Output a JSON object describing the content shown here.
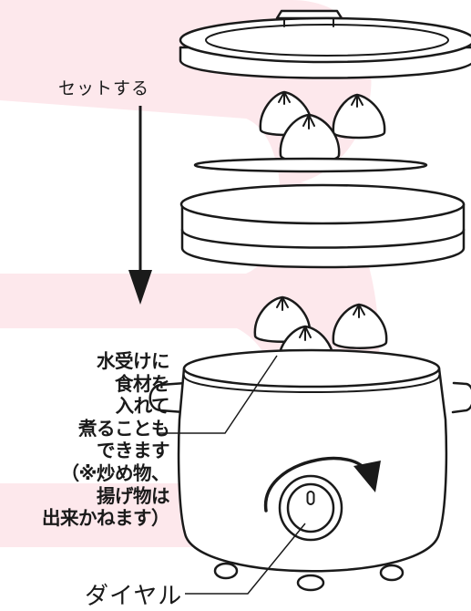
{
  "labels": {
    "set": "セットする",
    "note_lines": [
      "水受けに",
      "食材を",
      "入れて",
      "煮ることも",
      "できます",
      "（※炒め物、",
      "揚げ物は",
      "出来かねます）"
    ],
    "dial": "ダイヤル"
  },
  "colors": {
    "line": "#1a1a1a",
    "fill": "#ffffff",
    "watermark": "#fde8ec"
  }
}
